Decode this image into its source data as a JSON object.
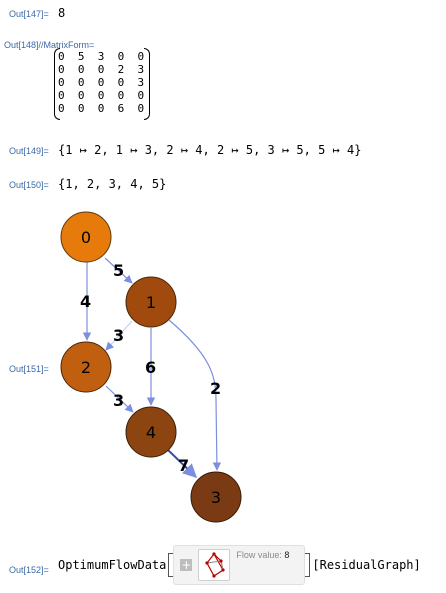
{
  "cells": [
    {
      "label": "Out[147]=",
      "value": "8"
    },
    {
      "label": "Out[148]//MatrixForm="
    },
    {
      "label": "Out[149]=",
      "value": "{1 ↦ 2, 1 ↦ 3, 2 ↦ 4, 2 ↦ 5, 3 ↦ 5, 5 ↦ 4}"
    },
    {
      "label": "Out[150]=",
      "value": "{1, 2, 3, 4, 5}"
    },
    {
      "label": "Out[151]="
    },
    {
      "label": "Out[152]="
    }
  ],
  "matrix": [
    "0  5  3  0  0",
    "0  0  0  2  3",
    "0  0  0  0  3",
    "0  0  0  0  0",
    "0  0  0  6  0"
  ],
  "graph": {
    "nodes": [
      {
        "id": "0",
        "color": "#e67a0a"
      },
      {
        "id": "1",
        "color": "#a04a0e"
      },
      {
        "id": "2",
        "color": "#c05f10"
      },
      {
        "id": "4",
        "color": "#8c4510"
      },
      {
        "id": "3",
        "color": "#7a3a14"
      }
    ],
    "edge_labels": [
      "5",
      "4",
      "3",
      "6",
      "2",
      "3",
      "7"
    ],
    "edge_color": "#7b8ee0"
  },
  "flow": {
    "head": "OptimumFlowData",
    "flow_label": "Flow value:",
    "flow_value": "8",
    "tail": "[ResidualGraph]"
  }
}
